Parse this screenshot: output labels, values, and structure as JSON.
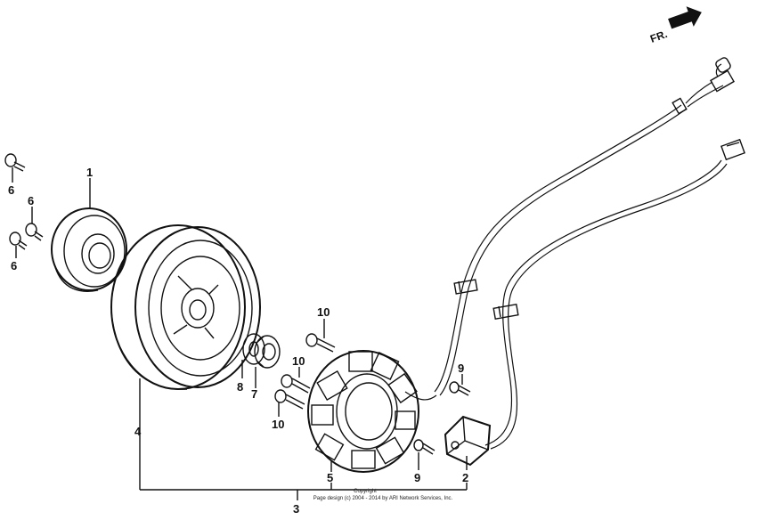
{
  "direction_label": "FR.",
  "copyright": {
    "line1": "Copyright",
    "line2": "Page design (c) 2004 - 2014 by ARI Network Services, Inc."
  },
  "part_labels": {
    "p1": "1",
    "p2": "2",
    "p3": "3",
    "p4": "4",
    "p5": "5",
    "p6a": "6",
    "p6b": "6",
    "p6c": "6",
    "p7": "7",
    "p8": "8",
    "p9a": "9",
    "p9b": "9",
    "p10a": "10",
    "p10b": "10",
    "p10c": "10"
  },
  "icons": [
    "front-direction-arrow-icon"
  ]
}
